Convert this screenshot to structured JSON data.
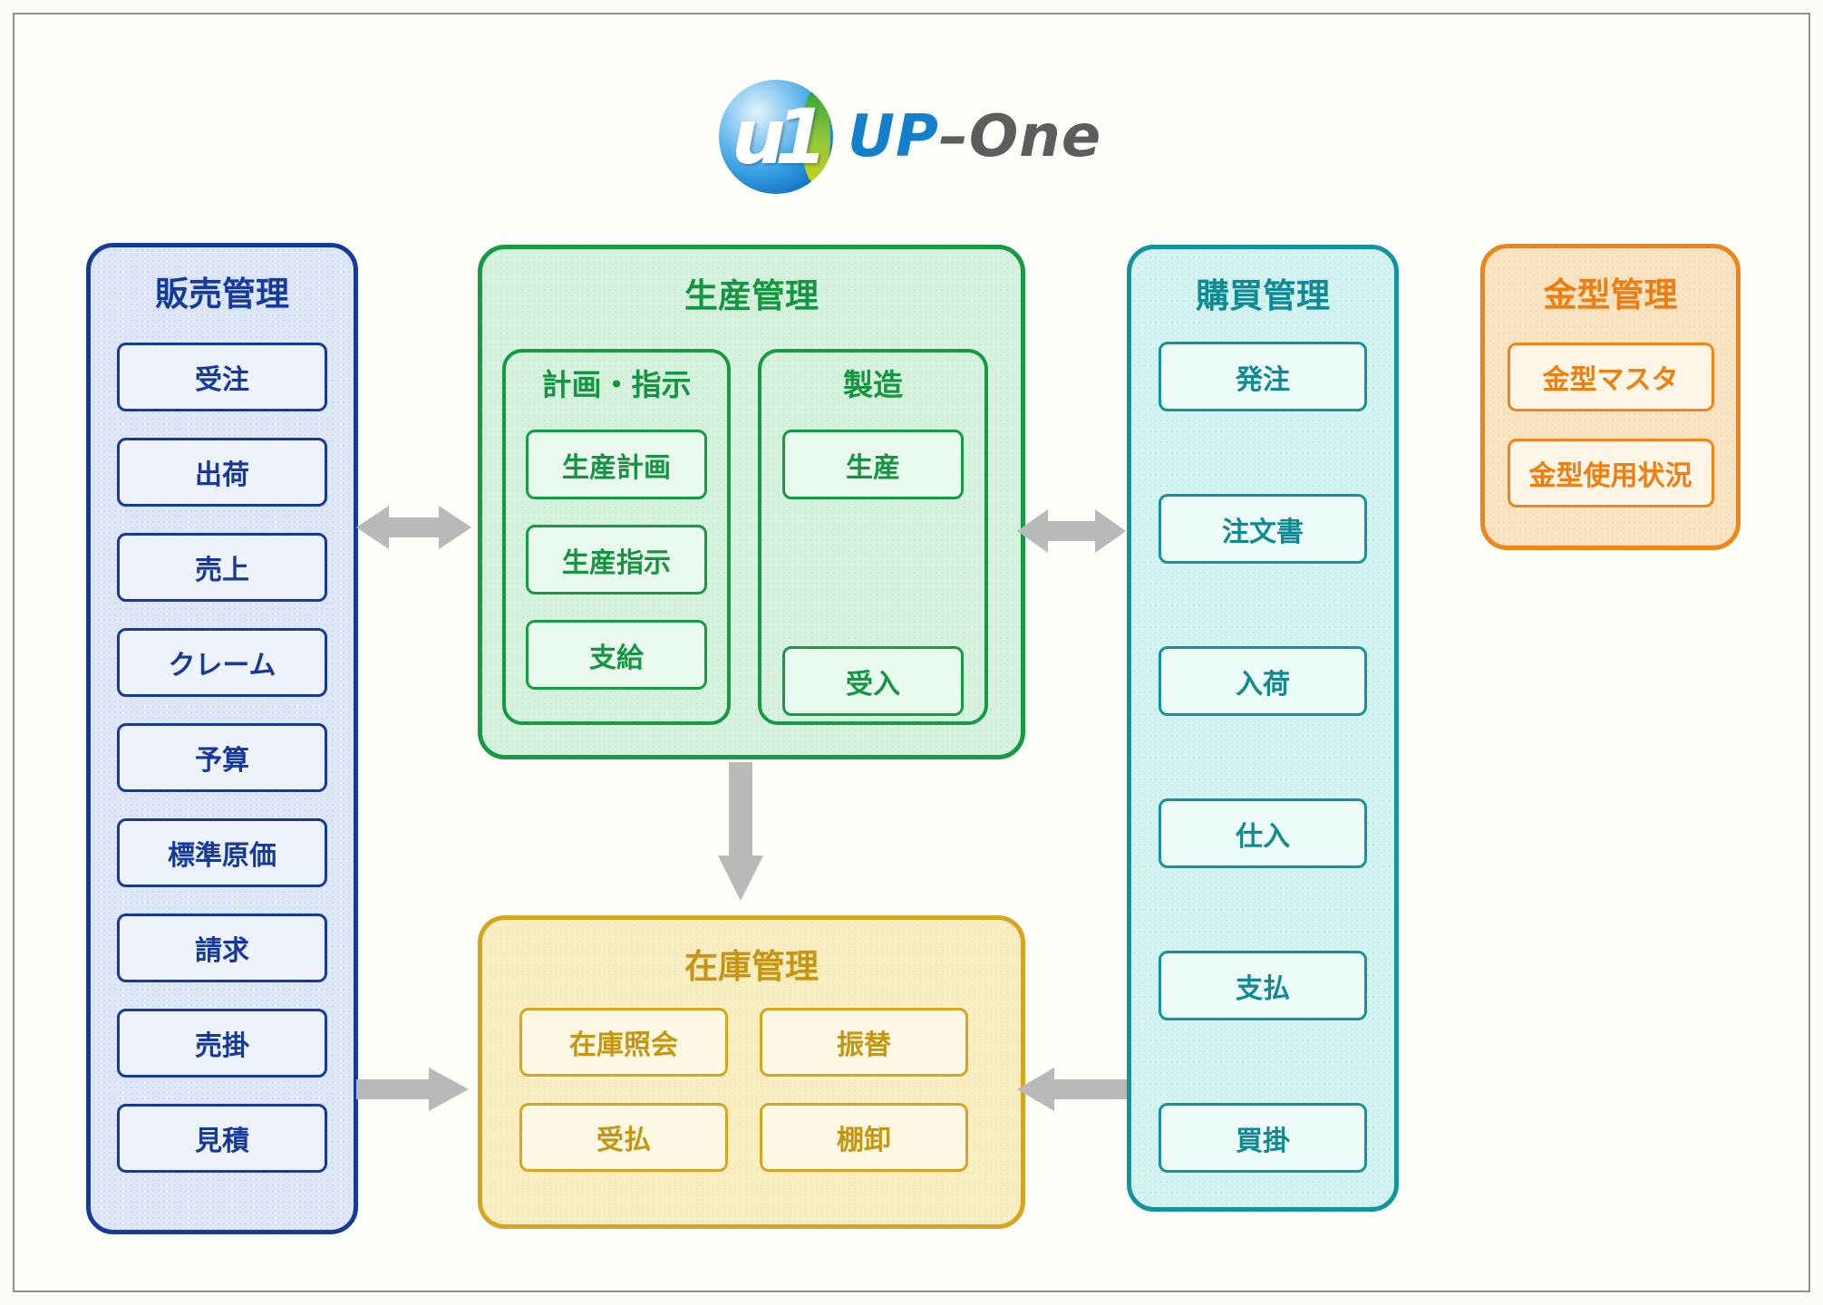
{
  "logo": {
    "mark": "u1",
    "up": "UP",
    "dash": "–",
    "one": "One"
  },
  "modules": {
    "sales": {
      "title": "販売管理",
      "items": [
        "受注",
        "出荷",
        "売上",
        "クレーム",
        "予算",
        "標準原価",
        "請求",
        "売掛",
        "見積"
      ]
    },
    "production": {
      "title": "生産管理",
      "groups": [
        {
          "title": "計画・指示",
          "items": [
            "生産計画",
            "生産指示",
            "支給"
          ]
        },
        {
          "title": "製造",
          "items": [
            "生産",
            "受入"
          ]
        }
      ]
    },
    "purchasing": {
      "title": "購買管理",
      "items": [
        "発注",
        "注文書",
        "入荷",
        "仕入",
        "支払",
        "買掛"
      ]
    },
    "mold": {
      "title": "金型管理",
      "items": [
        "金型マスタ",
        "金型使用状況"
      ]
    },
    "inventory": {
      "title": "在庫管理",
      "items": [
        "在庫照会",
        "振替",
        "受払",
        "棚卸"
      ]
    }
  },
  "colors": {
    "sales_accent": "#16399c",
    "production_accent": "#169a43",
    "purchasing_accent": "#12949e",
    "mold_accent": "#f08418",
    "inventory_accent": "#d7a41e",
    "arrow": "#b9b9b9",
    "logo_blue": "#1480cc",
    "logo_gray": "#5d5d5d"
  }
}
